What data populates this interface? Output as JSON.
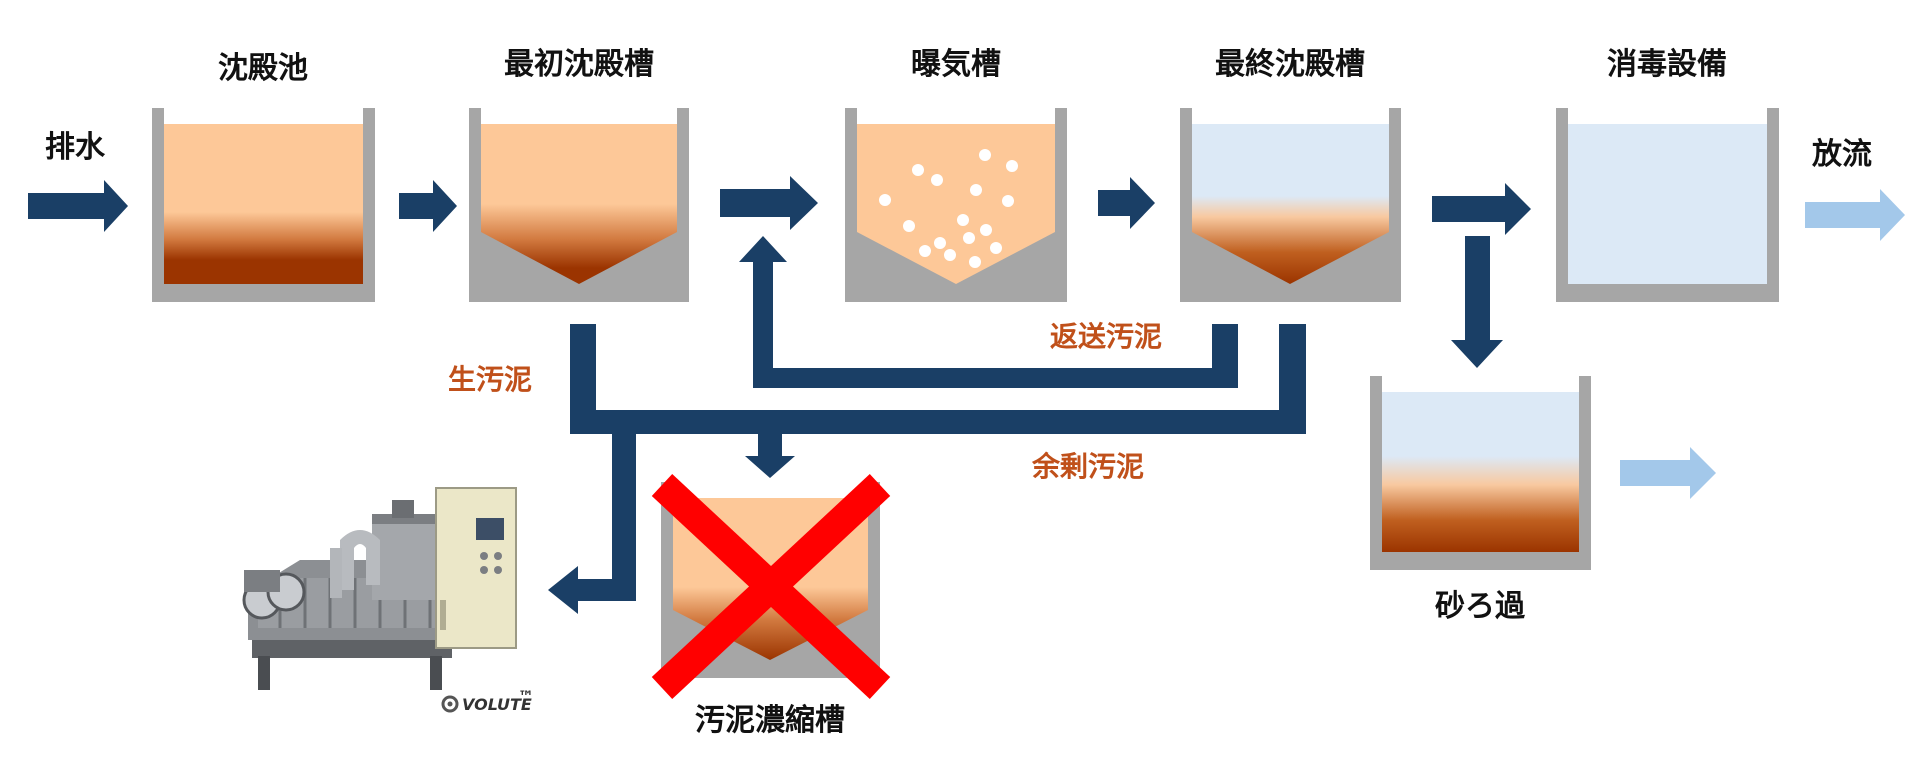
{
  "labels": {
    "inflow": "排水",
    "outflow": "放流",
    "raw_sludge": "生汚泥",
    "return_sludge": "返送汚泥",
    "excess_sludge": "余剰汚泥"
  },
  "tanks": {
    "sedimentation": "沈殿池",
    "primary": "最初沈殿槽",
    "aeration": "曝気槽",
    "final": "最終沈殿槽",
    "disinfection": "消毒設備",
    "sand_filter": "砂ろ過",
    "thickener": "汚泥濃縮槽"
  },
  "machine": {
    "brand": "VOLUTE",
    "tm": "™"
  },
  "colors": {
    "pipe": "#1a3f66",
    "outflow_arrow": "#a3c8ea",
    "tank_wall": "#a6a6a6",
    "water_orange": "#fdc898",
    "water_blue": "#dce9f6",
    "sludge": "#9b3400",
    "flow_label": "#c0501a",
    "cross": "#ff0000"
  },
  "icons": {
    "cross": "red-x-icon",
    "brand_mark": "volute-logo-icon"
  }
}
